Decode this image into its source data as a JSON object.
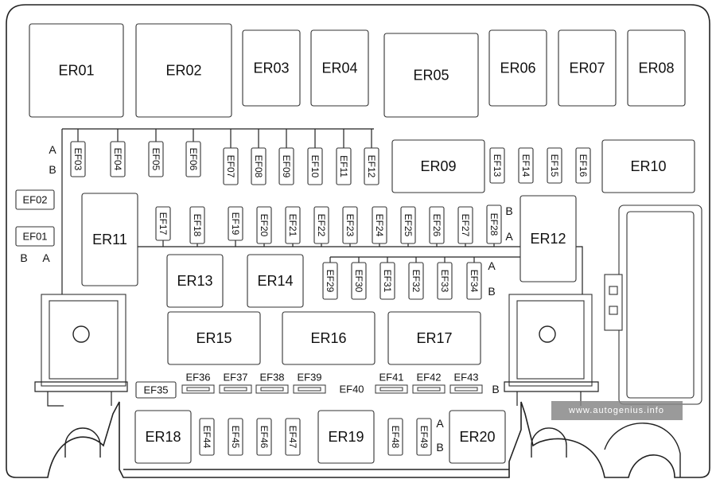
{
  "relays": [
    {
      "id": "ER01",
      "label": "ER01"
    },
    {
      "id": "ER02",
      "label": "ER02"
    },
    {
      "id": "ER03",
      "label": "ER03"
    },
    {
      "id": "ER04",
      "label": "ER04"
    },
    {
      "id": "ER05",
      "label": "ER05"
    },
    {
      "id": "ER06",
      "label": "ER06"
    },
    {
      "id": "ER07",
      "label": "ER07"
    },
    {
      "id": "ER08",
      "label": "ER08"
    },
    {
      "id": "ER09",
      "label": "ER09"
    },
    {
      "id": "ER10",
      "label": "ER10"
    },
    {
      "id": "ER11",
      "label": "ER11"
    },
    {
      "id": "ER12",
      "label": "ER12"
    },
    {
      "id": "ER13",
      "label": "ER13"
    },
    {
      "id": "ER14",
      "label": "ER14"
    },
    {
      "id": "ER15",
      "label": "ER15"
    },
    {
      "id": "ER16",
      "label": "ER16"
    },
    {
      "id": "ER17",
      "label": "ER17"
    },
    {
      "id": "ER18",
      "label": "ER18"
    },
    {
      "id": "ER19",
      "label": "ER19"
    },
    {
      "id": "ER20",
      "label": "ER20"
    }
  ],
  "fuses": [
    {
      "id": "EF01",
      "label": "EF01"
    },
    {
      "id": "EF02",
      "label": "EF02"
    },
    {
      "id": "EF03",
      "label": "EF03"
    },
    {
      "id": "EF04",
      "label": "EF04"
    },
    {
      "id": "EF05",
      "label": "EF05"
    },
    {
      "id": "EF06",
      "label": "EF06"
    },
    {
      "id": "EF07",
      "label": "EF07"
    },
    {
      "id": "EF08",
      "label": "EF08"
    },
    {
      "id": "EF09",
      "label": "EF09"
    },
    {
      "id": "EF10",
      "label": "EF10"
    },
    {
      "id": "EF11",
      "label": "EF11"
    },
    {
      "id": "EF12",
      "label": "EF12"
    },
    {
      "id": "EF13",
      "label": "EF13"
    },
    {
      "id": "EF14",
      "label": "EF14"
    },
    {
      "id": "EF15",
      "label": "EF15"
    },
    {
      "id": "EF16",
      "label": "EF16"
    },
    {
      "id": "EF17",
      "label": "EF17"
    },
    {
      "id": "EF18",
      "label": "EF18"
    },
    {
      "id": "EF19",
      "label": "EF19"
    },
    {
      "id": "EF20",
      "label": "EF20"
    },
    {
      "id": "EF21",
      "label": "EF21"
    },
    {
      "id": "EF22",
      "label": "EF22"
    },
    {
      "id": "EF23",
      "label": "EF23"
    },
    {
      "id": "EF24",
      "label": "EF24"
    },
    {
      "id": "EF25",
      "label": "EF25"
    },
    {
      "id": "EF26",
      "label": "EF26"
    },
    {
      "id": "EF27",
      "label": "EF27"
    },
    {
      "id": "EF28",
      "label": "EF28"
    },
    {
      "id": "EF29",
      "label": "EF29"
    },
    {
      "id": "EF30",
      "label": "EF30"
    },
    {
      "id": "EF31",
      "label": "EF31"
    },
    {
      "id": "EF32",
      "label": "EF32"
    },
    {
      "id": "EF33",
      "label": "EF33"
    },
    {
      "id": "EF34",
      "label": "EF34"
    },
    {
      "id": "EF35",
      "label": "EF35"
    },
    {
      "id": "EF36",
      "label": "EF36"
    },
    {
      "id": "EF37",
      "label": "EF37"
    },
    {
      "id": "EF38",
      "label": "EF38"
    },
    {
      "id": "EF39",
      "label": "EF39"
    },
    {
      "id": "EF40",
      "label": "EF40"
    },
    {
      "id": "EF41",
      "label": "EF41"
    },
    {
      "id": "EF42",
      "label": "EF42"
    },
    {
      "id": "EF43",
      "label": "EF43"
    },
    {
      "id": "EF44",
      "label": "EF44"
    },
    {
      "id": "EF45",
      "label": "EF45"
    },
    {
      "id": "EF46",
      "label": "EF46"
    },
    {
      "id": "EF47",
      "label": "EF47"
    },
    {
      "id": "EF48",
      "label": "EF48"
    },
    {
      "id": "EF49",
      "label": "EF49"
    }
  ],
  "pin_labels": {
    "a": "A",
    "b": "B"
  },
  "watermark": "www.autogenius.info"
}
